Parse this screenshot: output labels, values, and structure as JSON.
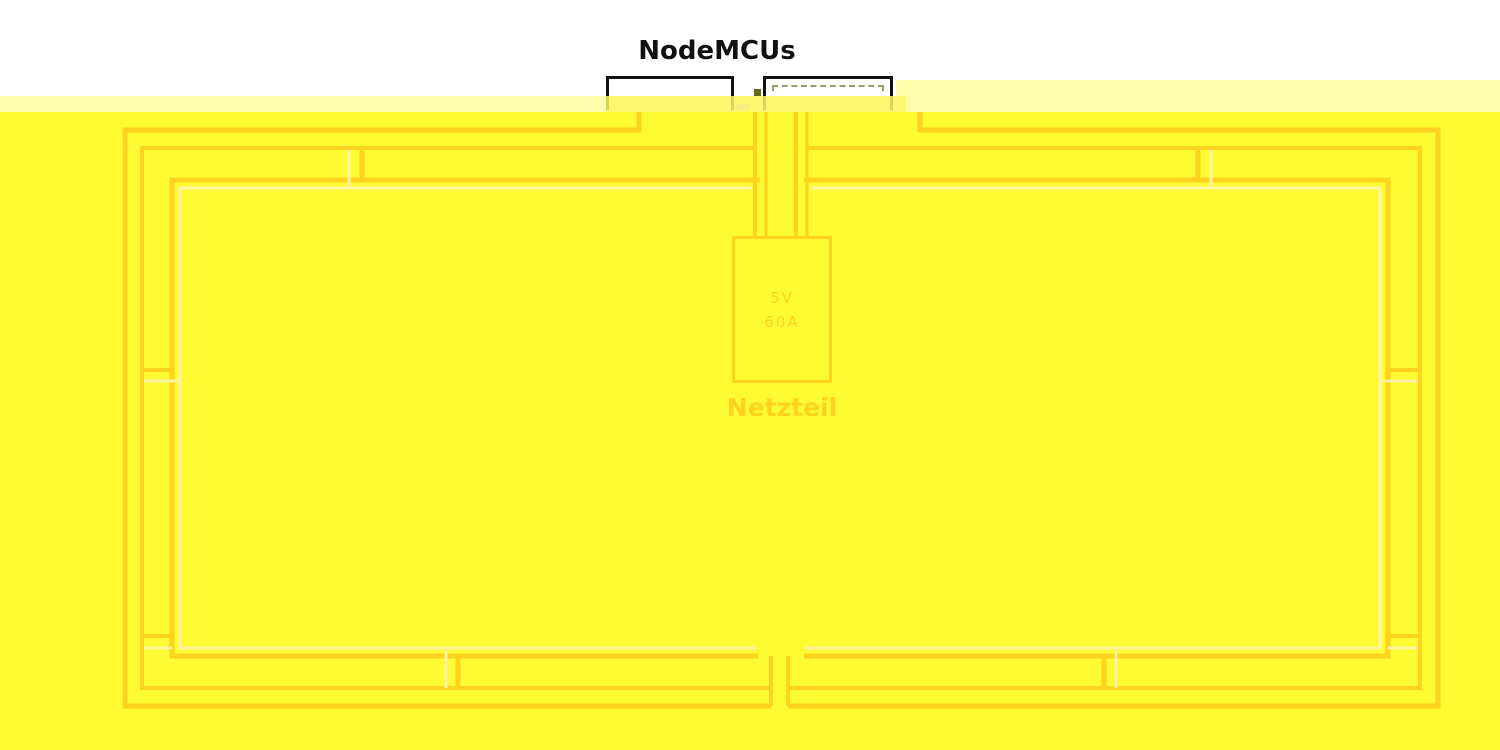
{
  "title": "NodeMCUs",
  "power_supply": {
    "voltage": "5V",
    "current": "60A",
    "label": "Netzteil"
  },
  "colors": {
    "background": "#fffb33",
    "wire_dark": "#ffd21f",
    "wire_light": "#fff2a0",
    "controller_outline": "#111111"
  }
}
